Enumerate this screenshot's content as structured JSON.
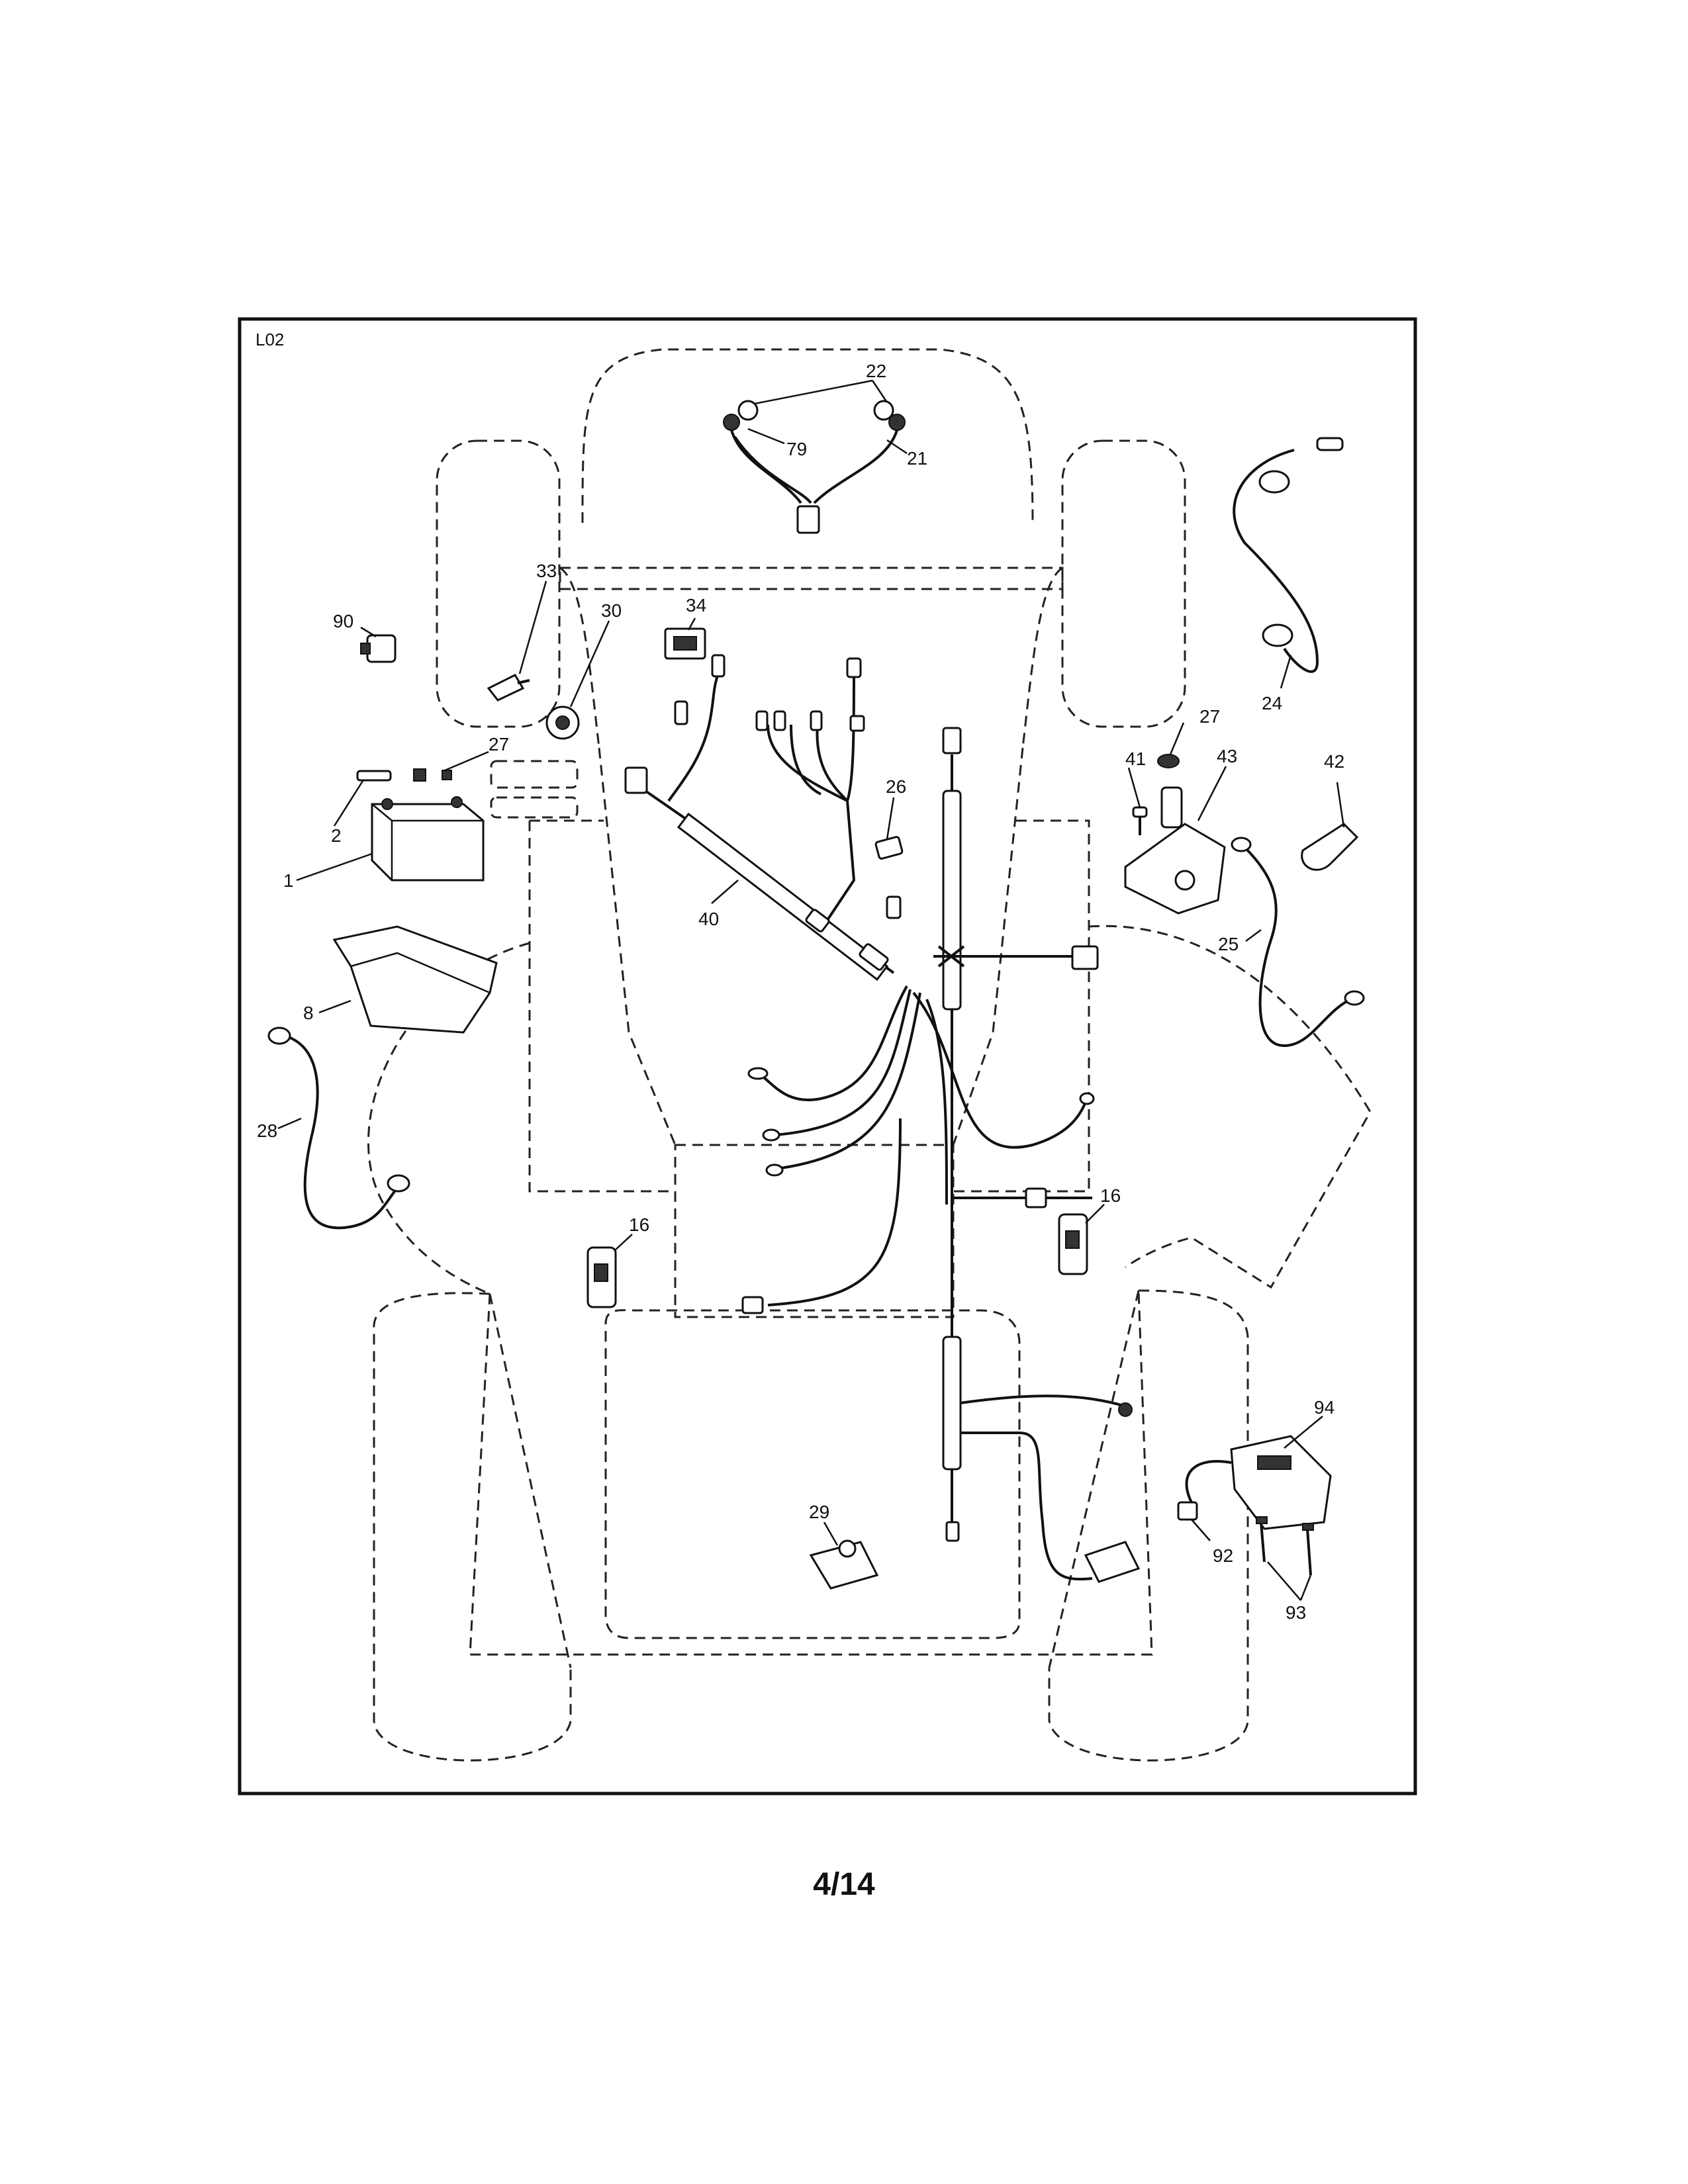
{
  "figure": {
    "code": "L02",
    "page_number": "4/14"
  },
  "callouts": {
    "c1": "1",
    "c2": "2",
    "c8": "8",
    "c16a": "16",
    "c16b": "16",
    "c21": "21",
    "c22": "22",
    "c24": "24",
    "c25": "25",
    "c26": "26",
    "c27a": "27",
    "c27b": "27",
    "c28": "28",
    "c29": "29",
    "c30": "30",
    "c33": "33",
    "c34": "34",
    "c40": "40",
    "c41": "41",
    "c42": "42",
    "c43": "43",
    "c79": "79",
    "c90": "90",
    "c92": "92",
    "c93": "93",
    "c94": "94"
  }
}
